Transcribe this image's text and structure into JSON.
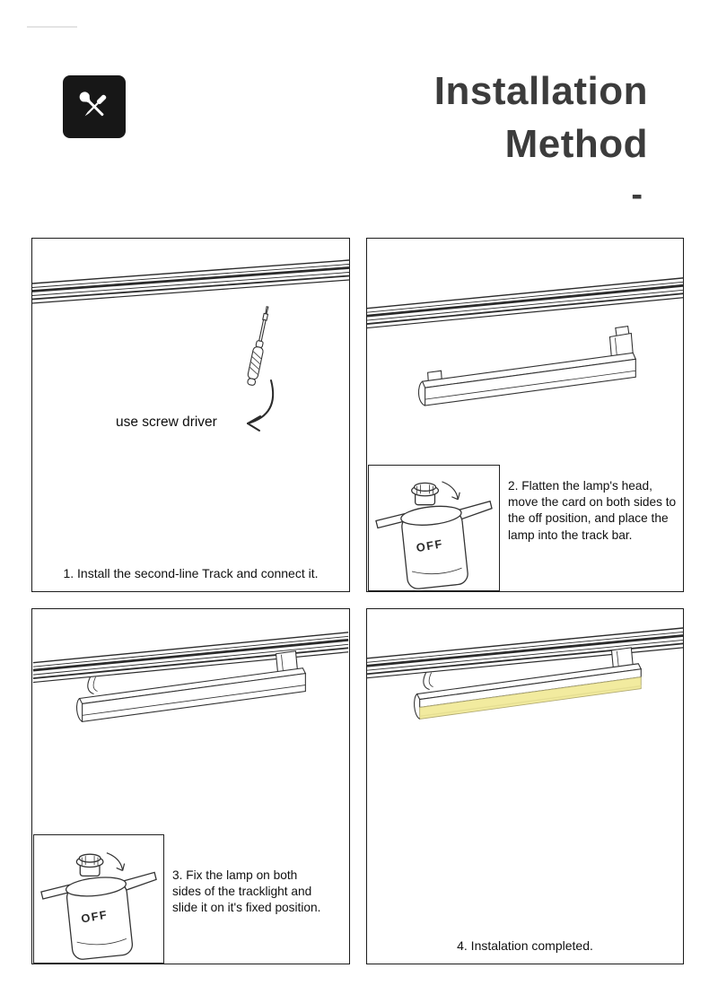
{
  "header": {
    "title_line1": "Installation",
    "title_line2": "Method",
    "dash": "-"
  },
  "colors": {
    "ink": "#1c1c1c",
    "heading": "#3c3c3c",
    "lamp_glow": "#f2eb9f"
  },
  "icons": {
    "tools_badge": "wrench-and-screwdriver"
  },
  "panels": {
    "p1": {
      "note": "use screw driver",
      "caption": "1. Install the second-line Track and connect it."
    },
    "p2": {
      "off_label": "OFF",
      "caption": "2. Flatten the lamp's head, move the card on both sides to the off position, and place the lamp into the track bar."
    },
    "p3": {
      "off_label": "OFF",
      "caption": "3. Fix the lamp on both sides of the tracklight and slide it on it's fixed position."
    },
    "p4": {
      "caption": "4. Instalation completed."
    }
  }
}
